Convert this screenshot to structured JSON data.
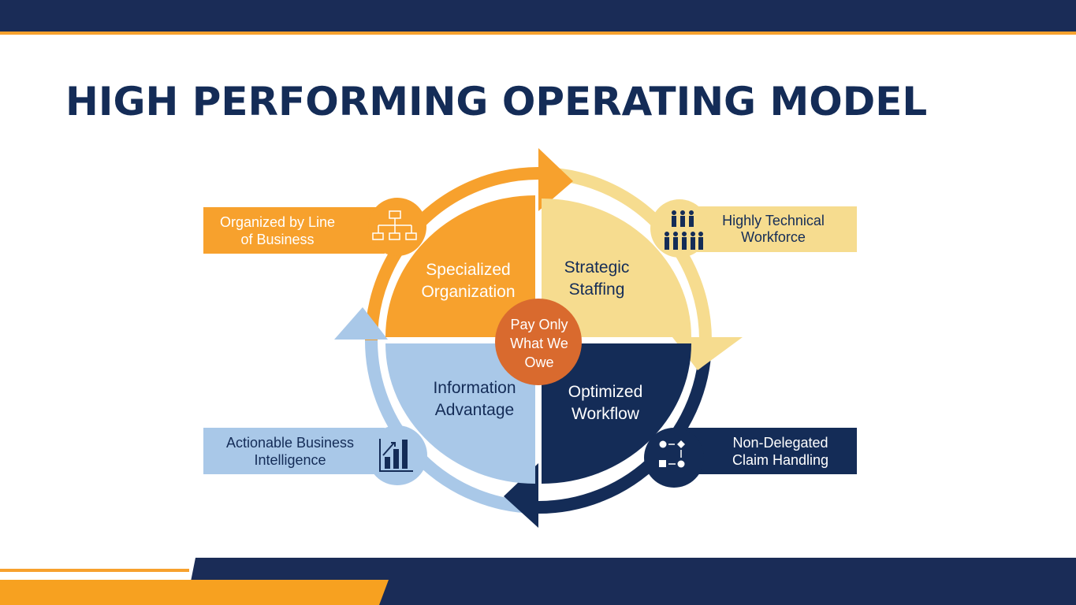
{
  "title": "HIGH PERFORMING OPERATING MODEL",
  "colors": {
    "navy": "#142c57",
    "orange": "#f7a12d",
    "yellow": "#f6dc8f",
    "lightblue": "#a9c8e8",
    "center": "#d96a2e"
  },
  "center": {
    "line1": "Pay Only",
    "line2": "What We",
    "line3": "Owe"
  },
  "quadrants": [
    {
      "line1": "Specialized",
      "line2": "Organization"
    },
    {
      "line1": "Strategic",
      "line2": "Staffing"
    },
    {
      "line1": "Information",
      "line2": "Advantage"
    },
    {
      "line1": "Optimized",
      "line2": "Workflow"
    }
  ],
  "callouts": [
    {
      "line1": "Organized by Line",
      "line2": "of Business",
      "icon": "org-chart-icon"
    },
    {
      "line1": "Highly Technical",
      "line2": "Workforce",
      "icon": "people-group-icon"
    },
    {
      "line1": "Actionable Business",
      "line2": "Intelligence",
      "icon": "bar-chart-icon"
    },
    {
      "line1": "Non-Delegated",
      "line2": "Claim Handling",
      "icon": "workflow-icon"
    }
  ]
}
